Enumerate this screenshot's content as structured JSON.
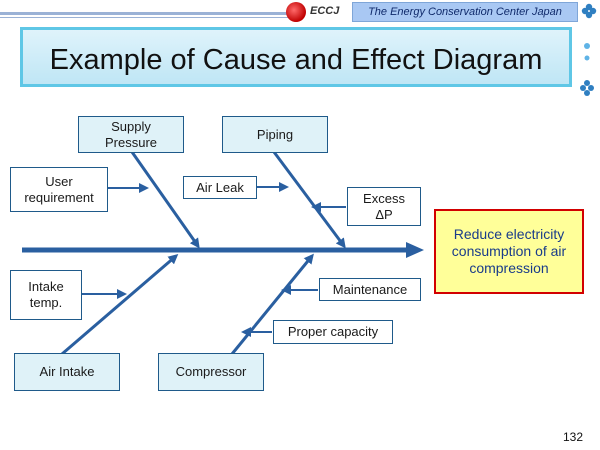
{
  "header": {
    "logo_text": "ECCJ",
    "org_name": "The Energy Conservation Center Japan"
  },
  "title": "Example of Cause and Effect Diagram",
  "effect": "Reduce electricity consumption of air compression",
  "causes": {
    "supply_pressure": "Supply Pressure",
    "piping": "Piping",
    "user_requirement": "User requirement",
    "air_leak": "Air Leak",
    "excess_dp": "Excess ΔP",
    "intake_temp": "Intake temp.",
    "maintenance": "Maintenance",
    "proper_capacity": "Proper capacity",
    "air_intake": "Air Intake",
    "compressor": "Compressor"
  },
  "colors": {
    "arrow": "#2a5fa0",
    "effect_border": "#d20000",
    "effect_fill": "#ffff99",
    "title_border": "#5fc7e6"
  },
  "page_number": "132"
}
